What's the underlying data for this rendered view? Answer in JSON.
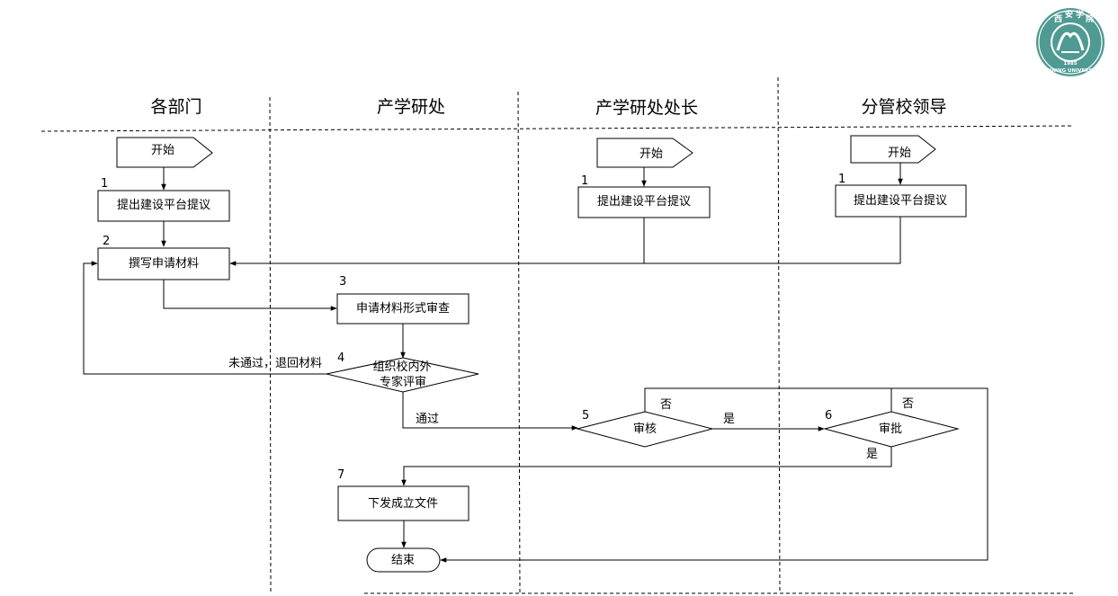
{
  "lanes": [
    {
      "id": "dept",
      "title": "各部门"
    },
    {
      "id": "office",
      "title": "产学研处"
    },
    {
      "id": "head",
      "title": "产学研处处长"
    },
    {
      "id": "leader",
      "title": "分管校领导"
    }
  ],
  "nodes": {
    "start_dept": {
      "label": "开始"
    },
    "propose_dept": {
      "label": "提出建设平台提议",
      "number": "1"
    },
    "write": {
      "label": "撰写申请材料",
      "number": "2"
    },
    "start_head": {
      "label": "开始"
    },
    "propose_head": {
      "label": "提出建设平台提议",
      "number": "1"
    },
    "start_leader": {
      "label": "开始"
    },
    "propose_leader": {
      "label": "提出建设平台提议",
      "number": "1"
    },
    "formal_review": {
      "label": "申请材料形式审查",
      "number": "3"
    },
    "expert_review": {
      "label_line1": "组织校内外",
      "label_line2": "专家评审",
      "number": "4"
    },
    "audit": {
      "label": "审核",
      "number": "5"
    },
    "approve": {
      "label": "审批",
      "number": "6"
    },
    "issue": {
      "label": "下发成立文件",
      "number": "7"
    },
    "end": {
      "label": "结束"
    }
  },
  "edge_labels": {
    "rejected": "未通过，退回材料",
    "passed": "通过",
    "audit_no": "否",
    "audit_yes": "是",
    "approve_no": "否",
    "approve_yes": "是"
  },
  "logo": {
    "chars": [
      "西",
      "安",
      "学",
      "院"
    ],
    "english": "NANNING UNIVERSITY",
    "year": "1985",
    "color": "#4f9a93"
  }
}
